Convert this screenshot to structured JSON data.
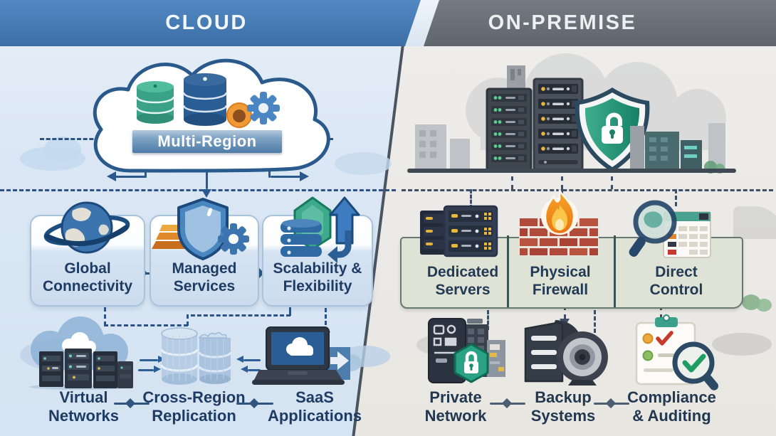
{
  "header": {
    "cloud_title": "CLOUD",
    "onprem_title": "ON-PREMISE"
  },
  "cloud": {
    "banner_label": "Multi-Region",
    "features": [
      {
        "line1": "Global",
        "line2": "Connectivity",
        "icon": "globe-icon"
      },
      {
        "line1": "Managed",
        "line2": "Services",
        "icon": "shield-gear-icon"
      },
      {
        "line1": "Scalability &",
        "line2": "Flexibility",
        "icon": "database-scalability-icon"
      }
    ],
    "bottom": [
      {
        "line1": "Virtual",
        "line2": "Networks",
        "icon": "virtual-networks-icon"
      },
      {
        "line1": "Cross-Region",
        "line2": "Replication",
        "icon": "replication-databases-icon"
      },
      {
        "line1": "SaaS",
        "line2": "Applications",
        "icon": "laptop-cloud-icon"
      }
    ]
  },
  "onprem": {
    "features": [
      {
        "line1": "Dedicated",
        "line2": "Servers",
        "icon": "server-rack-icon"
      },
      {
        "line1": "Physical",
        "line2": "Firewall",
        "icon": "brick-firewall-icon"
      },
      {
        "line1": "Direct",
        "line2": "Control",
        "icon": "magnifier-document-icon"
      }
    ],
    "bottom": [
      {
        "line1": "Private",
        "line2": "Network",
        "icon": "private-network-icon"
      },
      {
        "line1": "Backup",
        "line2": "Systems",
        "icon": "backup-drive-icon"
      },
      {
        "line1": "Compliance",
        "line2": "& Auditing",
        "icon": "audit-checklist-icon"
      }
    ]
  },
  "colors": {
    "header_blue": "#4179b4",
    "header_gray": "#6a7077",
    "cloud_panel_bg": "#dbe7f4",
    "onprem_panel_bg": "#edebe8",
    "navy_text": "#1e3c63",
    "accent_green": "#2ba186",
    "brick_red": "#b04a3a",
    "flame_orange": "#f08c1f",
    "connector_navy": "#2d5386"
  }
}
